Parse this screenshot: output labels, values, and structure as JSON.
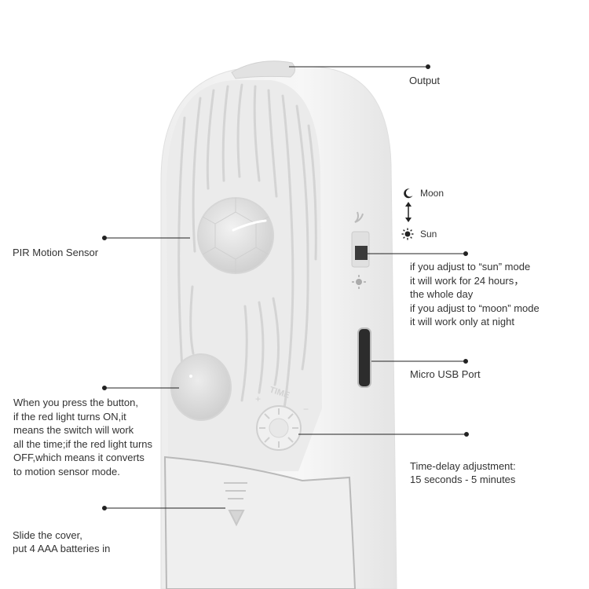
{
  "labels": {
    "output": "Output",
    "pir_sensor": "PIR Motion Sensor",
    "button_lines": [
      "When you press the button,",
      "if the red light turns ON,it",
      "means the switch will work",
      "all the time;if the red light turns",
      "OFF,which means it converts",
      "to motion sensor mode."
    ],
    "cover_lines": [
      "Slide the cover,",
      "put 4 AAA batteries in"
    ],
    "mode_lines": [
      "if you adjust to “sun” mode",
      "it will work for 24 hours，",
      "the whole day",
      "if you  adjust to “moon” mode",
      "it will work only at night"
    ],
    "usb_port": "Micro USB Port",
    "time_delay_lines": [
      "Time-delay adjustment:",
      "15 seconds - 5 minutes"
    ]
  },
  "legend": {
    "moon": "Moon",
    "sun": "Sun",
    "moon_icon": "moon-icon",
    "sun_icon": "sun-icon",
    "arrow_icon": "up-down-arrow-icon"
  },
  "device": {
    "dial_text": "TIME",
    "plus": "+",
    "minus": "−"
  },
  "colors": {
    "body": "#f3f3f3",
    "face": "#e9e9e9",
    "groove": "#d6d6d6",
    "lens": "#dcdcdc",
    "line": "#222222"
  }
}
